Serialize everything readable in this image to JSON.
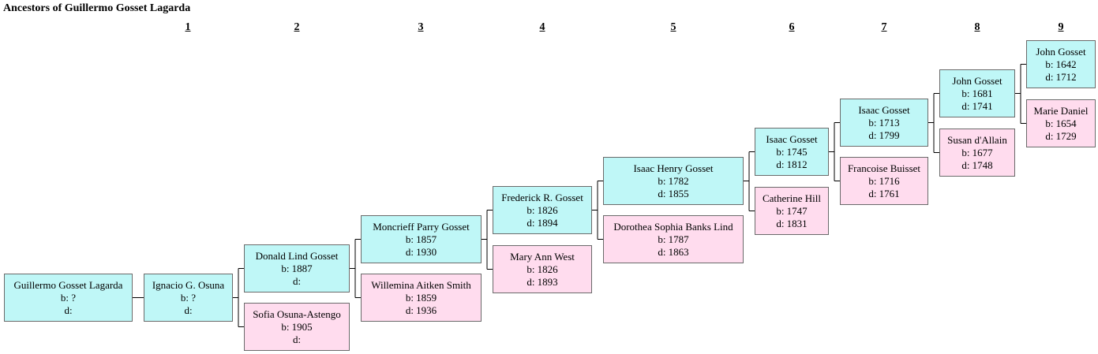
{
  "title": "Ancestors of Guillermo Gosset Lagarda",
  "generations": [
    "1",
    "2",
    "3",
    "4",
    "5",
    "6",
    "7",
    "8",
    "9"
  ],
  "people": [
    {
      "id": "p1",
      "name": "Guillermo Gosset Lagarda",
      "born": "b: ?",
      "died": "d:",
      "sex": "m"
    },
    {
      "id": "p2",
      "name": "Ignacio G. Osuna",
      "born": "b: ?",
      "died": "d:",
      "sex": "m"
    },
    {
      "id": "p3",
      "name": "Donald Lind Gosset",
      "born": "b: 1887",
      "died": "d:",
      "sex": "m"
    },
    {
      "id": "p4",
      "name": "Sofia Osuna-Astengo",
      "born": "b: 1905",
      "died": "d:",
      "sex": "f"
    },
    {
      "id": "p5",
      "name": "Moncrieff Parry Gosset",
      "born": "b: 1857",
      "died": "d: 1930",
      "sex": "m"
    },
    {
      "id": "p6",
      "name": "Willemina Aitken Smith",
      "born": "b: 1859",
      "died": "d: 1936",
      "sex": "f"
    },
    {
      "id": "p7",
      "name": "Frederick R. Gosset",
      "born": "b: 1826",
      "died": "d: 1894",
      "sex": "m"
    },
    {
      "id": "p8",
      "name": "Mary Ann West",
      "born": "b: 1826",
      "died": "d: 1893",
      "sex": "f"
    },
    {
      "id": "p9",
      "name": "Isaac Henry Gosset",
      "born": "b: 1782",
      "died": "d: 1855",
      "sex": "m"
    },
    {
      "id": "p10",
      "name": "Dorothea Sophia Banks Lind",
      "born": "b: 1787",
      "died": "d: 1863",
      "sex": "f"
    },
    {
      "id": "p11",
      "name": "Isaac Gosset",
      "born": "b: 1745",
      "died": "d: 1812",
      "sex": "m"
    },
    {
      "id": "p12",
      "name": "Catherine Hill",
      "born": "b: 1747",
      "died": "d: 1831",
      "sex": "f"
    },
    {
      "id": "p13",
      "name": "Isaac Gosset",
      "born": "b: 1713",
      "died": "d: 1799",
      "sex": "m"
    },
    {
      "id": "p14",
      "name": "Francoise Buisset",
      "born": "b: 1716",
      "died": "d: 1761",
      "sex": "f"
    },
    {
      "id": "p15",
      "name": "John Gosset",
      "born": "b: 1681",
      "died": "d: 1741",
      "sex": "m"
    },
    {
      "id": "p16",
      "name": "Susan d'Allain",
      "born": "b: 1677",
      "died": "d: 1748",
      "sex": "f"
    },
    {
      "id": "p17",
      "name": "John Gosset",
      "born": "b: 1642",
      "died": "d: 1712",
      "sex": "m"
    },
    {
      "id": "p18",
      "name": "Marie Daniel",
      "born": "b: 1654",
      "died": "d: 1729",
      "sex": "f"
    }
  ],
  "colors": {
    "male": "#bff7f7",
    "female": "#ffdcee",
    "border": "#6a6a6a"
  }
}
